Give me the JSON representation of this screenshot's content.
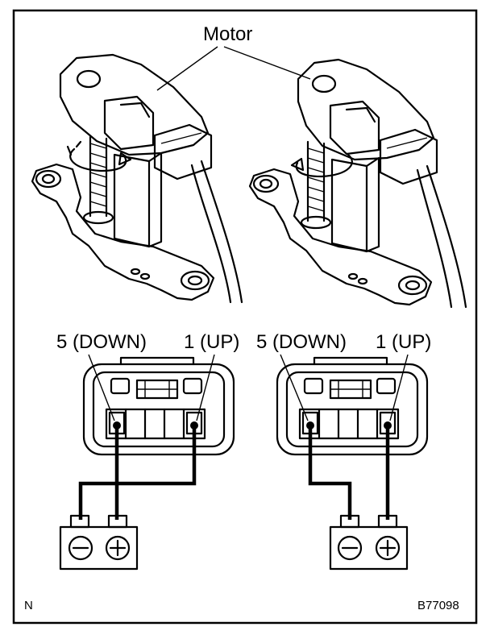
{
  "labels": {
    "motor": "Motor",
    "left_down": "5 (DOWN)",
    "left_up": "1 (UP)",
    "right_down": "5 (DOWN)",
    "right_up": "1 (UP)",
    "corner": "N",
    "code": "B77098"
  },
  "battery": {
    "minus_symbol": "minus-icon",
    "plus_symbol": "plus-icon"
  },
  "rotation": {
    "left": "clockwise-arrow-icon",
    "right": "counterclockwise-arrow-icon"
  },
  "colors": {
    "line": "#000000",
    "background": "#ffffff"
  }
}
